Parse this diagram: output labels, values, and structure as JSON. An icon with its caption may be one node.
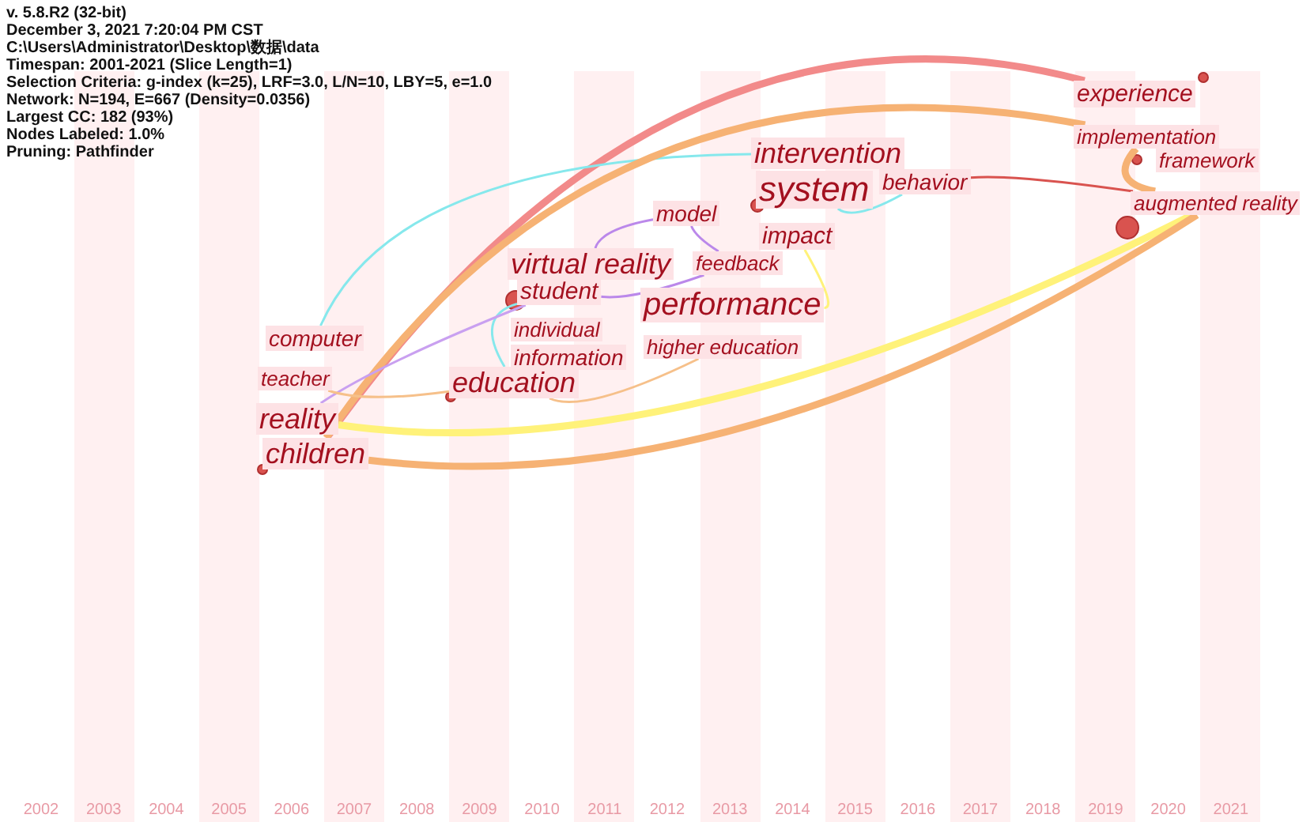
{
  "diagram": {
    "nodes": [
      {
        "text": [
          "intervention"
        ]
      },
      {
        "text": [
          "system"
        ]
      },
      {
        "text": [
          "behavior"
        ]
      },
      {
        "text": [
          "model"
        ]
      },
      {
        "text": [
          "impact"
        ]
      },
      {
        "text": [
          "virtual reality"
        ]
      },
      {
        "text": [
          "feedback"
        ]
      },
      {
        "text": [
          "student"
        ]
      },
      {
        "text": [
          "performance"
        ]
      },
      {
        "text": [
          "computer"
        ]
      },
      {
        "text": [
          "individual"
        ]
      },
      {
        "text": [
          "higher education"
        ]
      },
      {
        "text": [
          "information"
        ]
      },
      {
        "text": [
          "teacher"
        ]
      },
      {
        "text": [
          "education"
        ]
      },
      {
        "text": [
          "reality"
        ]
      },
      {
        "text": [
          "children"
        ]
      },
      {
        "text": [
          "experience"
        ]
      },
      {
        "text": [
          "implementation"
        ]
      },
      {
        "text": [
          "framework"
        ]
      },
      {
        "text": [
          "augmented reality"
        ]
      }
    ],
    "edges": [
      {
        "from": 16,
        "to": 17,
        "arrow": "none",
        "style": "thick",
        "color": "#f28a8a"
      },
      {
        "from": 9,
        "to": 0,
        "arrow": "none",
        "color": "#86e8ec"
      },
      {
        "from": 16,
        "to": 18,
        "arrow": "none",
        "style": "thick",
        "color": "#f6b274"
      },
      {
        "from": 15,
        "to": 20,
        "arrow": "none",
        "style": "thick",
        "color": "#fff27a"
      },
      {
        "from": 16,
        "to": 20,
        "arrow": "none",
        "style": "thick",
        "color": "#f6b274"
      },
      {
        "from": 5,
        "to": 3,
        "arrow": "none",
        "color": "#bb88ea"
      },
      {
        "from": 3,
        "to": 6,
        "arrow": "none",
        "color": "#bb88ea"
      },
      {
        "from": 7,
        "to": 6,
        "arrow": "none",
        "color": "#bb88ea"
      },
      {
        "from": 14,
        "to": 7,
        "arrow": "none",
        "color": "#86e8ec"
      },
      {
        "from": 1,
        "to": 2,
        "arrow": "none",
        "color": "#86e8ec"
      },
      {
        "from": 2,
        "to": 20,
        "arrow": "none",
        "color": "#d9534f"
      },
      {
        "from": 14,
        "to": 11,
        "arrow": "none",
        "color": "#f6c08a"
      },
      {
        "from": 15,
        "to": 7,
        "arrow": "none",
        "color": "#c9a0f0"
      },
      {
        "from": 13,
        "to": 14,
        "arrow": "none",
        "color": "#f6c08a"
      },
      {
        "from": 18,
        "to": 20,
        "arrow": "none",
        "style": "thick",
        "color": "#f6b274"
      },
      {
        "from": 8,
        "to": 4,
        "arrow": "none",
        "color": "#fff27a"
      }
    ],
    "labels": [
      "v. 5.8.R2 (32-bit)",
      "December 3, 2021 7:20:04 PM CST",
      "C:\\Users\\Administrator\\Desktop\\数据\\data",
      "Timespan: 2001-2021 (Slice Length=1)",
      "Selection Criteria: g-index (k=25), LRF=3.0, L/N=10, LBY=5, e=1.0",
      "Network: N=194, E=667 (Density=0.0356)",
      "Largest CC: 182 (93%)",
      "Nodes Labeled: 1.0%",
      "Pruning: Pathfinder",
      "2002",
      "2003",
      "2004",
      "2005",
      "2006",
      "2007",
      "2008",
      "2009",
      "2010",
      "2011",
      "2012",
      "2013",
      "2014",
      "2015",
      "2016",
      "2017",
      "2018",
      "2019",
      "2020",
      "2021"
    ]
  }
}
